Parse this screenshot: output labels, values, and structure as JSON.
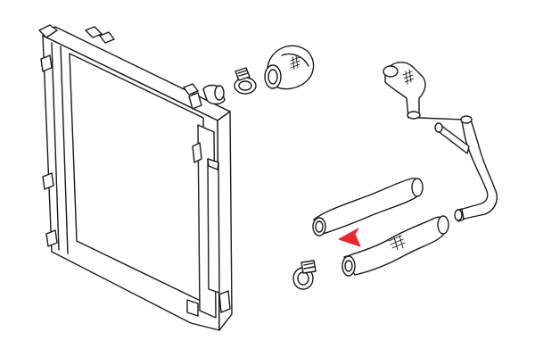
{
  "diagram": {
    "parts": [
      {
        "id": "radiator",
        "icon": "radiator-icon"
      },
      {
        "id": "upper-hose-clamp",
        "icon": "hose-clamp-icon"
      },
      {
        "id": "upper-radiator-hose",
        "icon": "hose-icon"
      },
      {
        "id": "thermostat-housing-hose",
        "icon": "hose-icon"
      },
      {
        "id": "heater-pipe",
        "icon": "pipe-icon"
      },
      {
        "id": "bypass-hose",
        "icon": "hose-icon"
      },
      {
        "id": "lower-radiator-hose",
        "icon": "hose-icon"
      },
      {
        "id": "lower-hose-clamp",
        "icon": "hose-clamp-icon"
      }
    ],
    "highlight": {
      "target": "lower-radiator-hose",
      "color": "#e8282a",
      "icon": "arrow-pointer-icon"
    },
    "line_color": "#1a1a1a",
    "background": "#ffffff"
  }
}
